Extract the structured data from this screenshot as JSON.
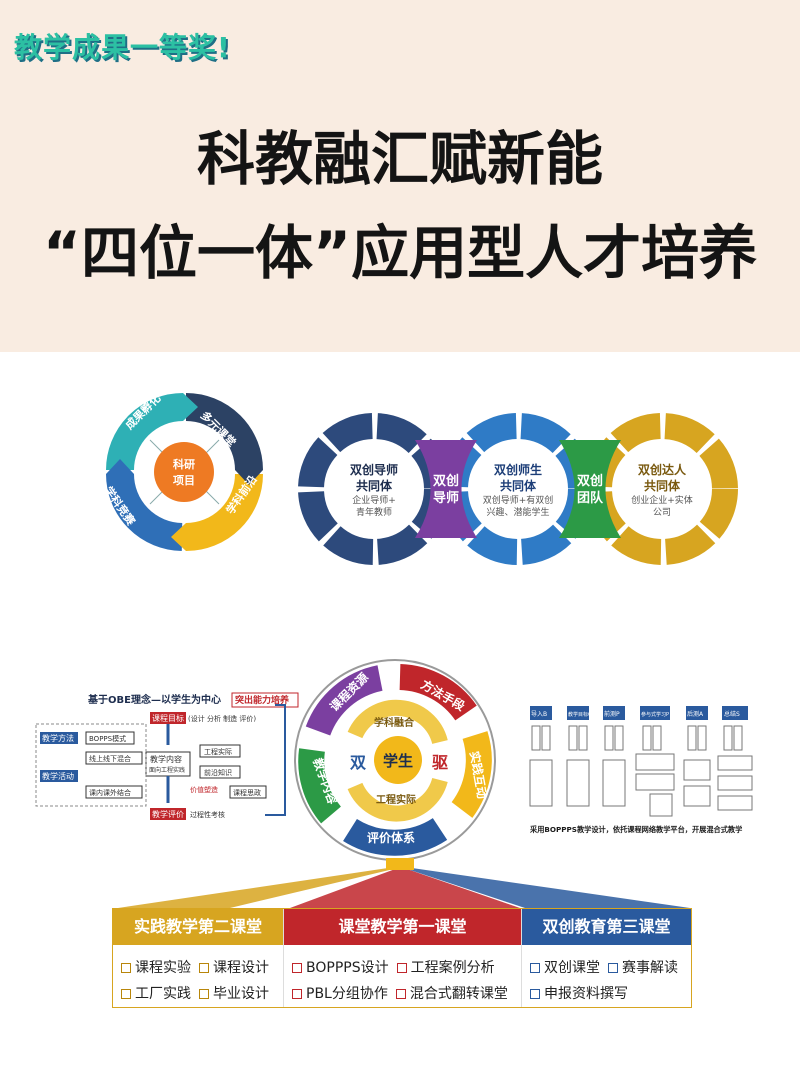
{
  "header": {
    "badge": "教学成果一等奖!",
    "title_line1": "科教融汇赋新能",
    "title_line2": "“四位一体”应用型人才培养"
  },
  "cycle": {
    "center": [
      "科研",
      "项目"
    ],
    "segments": [
      "成果孵化",
      "多元课堂",
      "学科竞赛",
      "学科前沿"
    ]
  },
  "chain": {
    "circle1": [
      "双创导师",
      "共同体"
    ],
    "circle1_sub": [
      "企业导师+",
      "青年教师"
    ],
    "link1": [
      "双创",
      "导师"
    ],
    "circle2": [
      "双创师生",
      "共同体"
    ],
    "circle2_sub": [
      "双创导师+有双创",
      "兴趣、潜能学生"
    ],
    "link2": [
      "双创",
      "团队"
    ],
    "circle3": [
      "双创达人",
      "共同体"
    ],
    "circle3_sub": [
      "创业企业+实体",
      "公司"
    ]
  },
  "obe": {
    "title": "基于OBE理念—以学生为中心",
    "highlight": "突出能力培养",
    "goal": "课程目标",
    "goal_note": "(设计 分析 制造 评价)",
    "method": "教学方法",
    "bopps": "BOPPS模式",
    "online": "线上线下混合",
    "activity": "教学活动",
    "class_fusion": "课内课外结合",
    "content": "教学内容",
    "content_sub": "面向工程实践",
    "eng": "工程实际",
    "frontier": "前沿知识",
    "value": "价值塑造",
    "ideology": "课程思政",
    "eval": "教学评价",
    "eval_note": "过程性考核"
  },
  "wheel": {
    "ring": [
      "课程资源",
      "方法手段",
      "教学内容",
      "评价体系",
      "实践互动"
    ],
    "inner": [
      "学科融合",
      "工程实际"
    ],
    "left": "双",
    "center": "学生",
    "right": "驱"
  },
  "bopps": {
    "steps": [
      "导入B",
      "教学目标O",
      "前测P",
      "参与式学习P",
      "后测A",
      "总结S"
    ],
    "caption": "采用BOPPPS教学设计，依托课程网络教学平台，开展混合式教学"
  },
  "classes": [
    {
      "title": "实践教学第二课堂",
      "color": "#d7a520",
      "rows": [
        [
          "课程实验",
          "课程设计"
        ],
        [
          "工厂实践",
          "毕业设计"
        ]
      ]
    },
    {
      "title": "课堂教学第一课堂",
      "color": "#c0262b",
      "rows": [
        [
          "BOPPPS设计",
          "工程案例分析"
        ],
        [
          "PBL分组协作",
          "混合式翻转课堂"
        ]
      ]
    },
    {
      "title": "双创教育第三课堂",
      "color": "#2a5a9e",
      "rows": [
        [
          "双创课堂",
          "赛事解读"
        ],
        [
          "申报资料撰写"
        ]
      ]
    }
  ]
}
